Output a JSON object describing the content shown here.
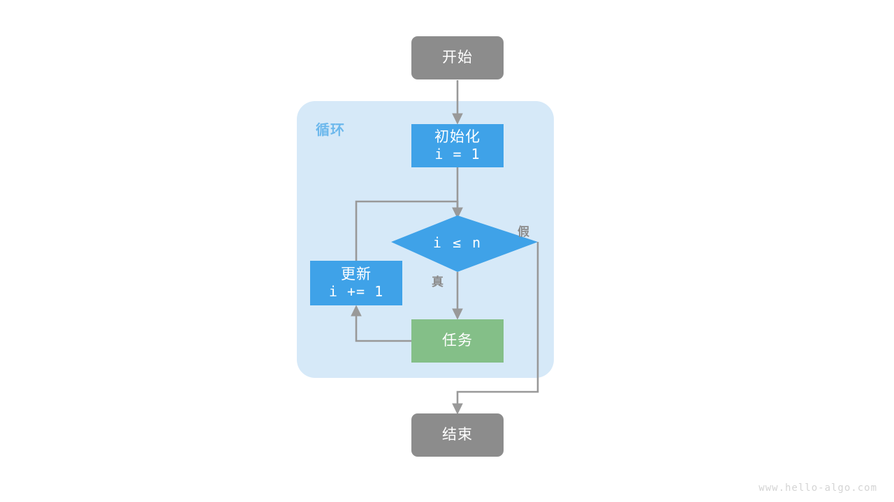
{
  "diagram": {
    "title": "for-loop-flowchart",
    "watermark": "www.hello-algo.com",
    "colors": {
      "terminal": "#8c8c8c",
      "process": "#3fa2e8",
      "task": "#84bf88",
      "loop_container": "#d6e9f8",
      "loop_label": "#6cb8ec",
      "edge": "#999999",
      "text_on_node": "#ffffff",
      "watermark": "#d4d4d4"
    },
    "loop_group": {
      "label": "循环"
    },
    "nodes": [
      {
        "id": "start",
        "shape": "rounded-rect",
        "label": "开始",
        "sublabel": ""
      },
      {
        "id": "init",
        "shape": "rect",
        "label": "初始化",
        "sublabel": "i = 1"
      },
      {
        "id": "cond",
        "shape": "diamond",
        "label": "i ≤ n",
        "sublabel": ""
      },
      {
        "id": "update",
        "shape": "rect",
        "label": "更新",
        "sublabel": "i += 1"
      },
      {
        "id": "task",
        "shape": "rect",
        "label": "任务",
        "sublabel": ""
      },
      {
        "id": "end",
        "shape": "rounded-rect",
        "label": "结束",
        "sublabel": ""
      }
    ],
    "edge_labels": {
      "true": "真",
      "false": "假"
    }
  }
}
